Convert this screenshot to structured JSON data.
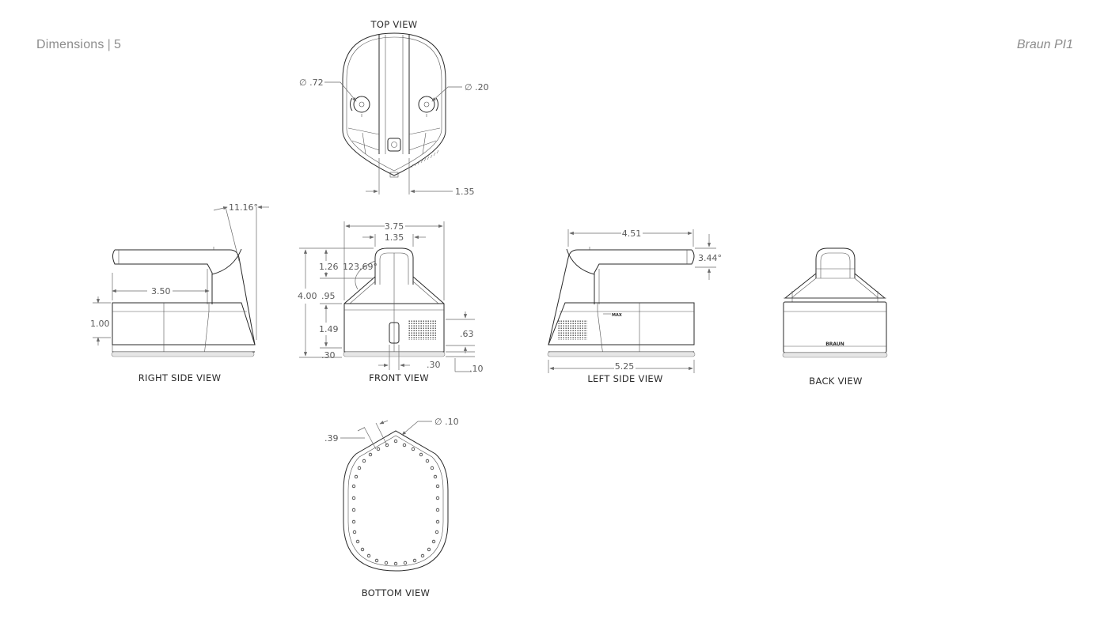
{
  "header": {
    "section_title": "Dimensions",
    "separator": "|",
    "page_number": "5",
    "product_name": "Braun PI1"
  },
  "colors": {
    "background": "#ffffff",
    "line": "#2a2a2a",
    "dimension_line": "#6a6a6a",
    "header_text": "#8c8c8c",
    "base_fill": "#e6e6e6"
  },
  "views": {
    "top": {
      "label": "TOP VIEW",
      "dimensions": {
        "left_dial_diameter": "∅ .72",
        "right_dial_diameter": "∅ .20",
        "nose_width": "1.35"
      }
    },
    "right_side": {
      "label": "RIGHT SIDE VIEW",
      "dimensions": {
        "handle_angle": "11.16°",
        "handle_length": "3.50",
        "base_height": "1.00"
      }
    },
    "front": {
      "label": "FRONT VIEW",
      "dimensions": {
        "overall_width": "3.75",
        "handle_width": "1.35",
        "overall_height": "4.00",
        "handle_height": "1.26",
        "shoulder_angle": "123.69°",
        "shoulder_height": ".95",
        "body_height": "1.49",
        "sole_height": ".30",
        "grill_height": ".63",
        "slot_width": ".30",
        "sole_offset": ".10"
      }
    },
    "left_side": {
      "label": "LEFT SIDE VIEW",
      "max_marking": "MAX",
      "dimensions": {
        "handle_span": "4.51",
        "handle_angle": "3.44°",
        "overall_length": "5.25"
      }
    },
    "back": {
      "label": "BACK VIEW",
      "logo_text": "BRAUN"
    },
    "bottom": {
      "label": "BOTTOM VIEW",
      "dimensions": {
        "hole_diameter": "∅ .10",
        "hole_spacing": ".39"
      }
    }
  }
}
